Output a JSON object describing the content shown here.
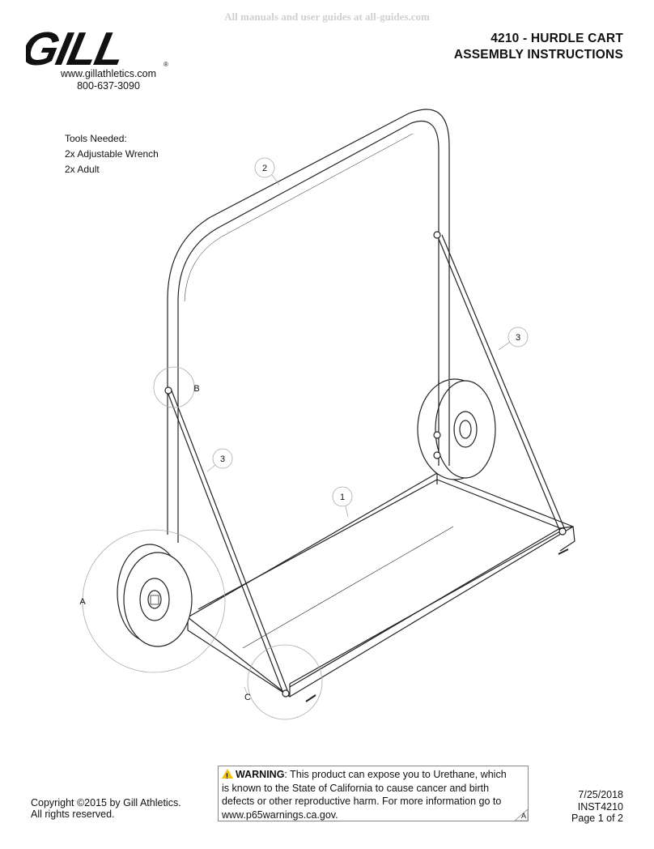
{
  "watermark": "All manuals and user guides at all-guides.com",
  "brand": {
    "logo_text": "GILL",
    "website": "www.gillathletics.com",
    "phone": "800-637-3090"
  },
  "header": {
    "title_line1": "4210 - HURDLE CART",
    "title_line2": "ASSEMBLY INSTRUCTIONS"
  },
  "tools": {
    "heading": "Tools Needed:",
    "items": [
      "2x Adjustable Wrench",
      "2x Adult"
    ]
  },
  "drawing": {
    "callouts": [
      "2",
      "3",
      "3",
      "1"
    ],
    "detail_labels": [
      "B",
      "A",
      "C"
    ]
  },
  "warning": {
    "label": "WARNING",
    "line1": ": This product can expose you to Urethane, which",
    "line2": "is known to the State of California to cause cancer and birth",
    "line3": "defects or other reproductive harm. For more information go to",
    "line4": "www.p65warnings.ca.gov.",
    "revision": "A",
    "icon": "warning-triangle-icon",
    "icon_color": "#f2c200"
  },
  "copyright": {
    "line1": "Copyright ©2015 by Gill Athletics.",
    "line2": "All rights reserved."
  },
  "footer": {
    "date": "7/25/2018",
    "doc_id": "INST4210",
    "page": "Page 1 of 2"
  }
}
